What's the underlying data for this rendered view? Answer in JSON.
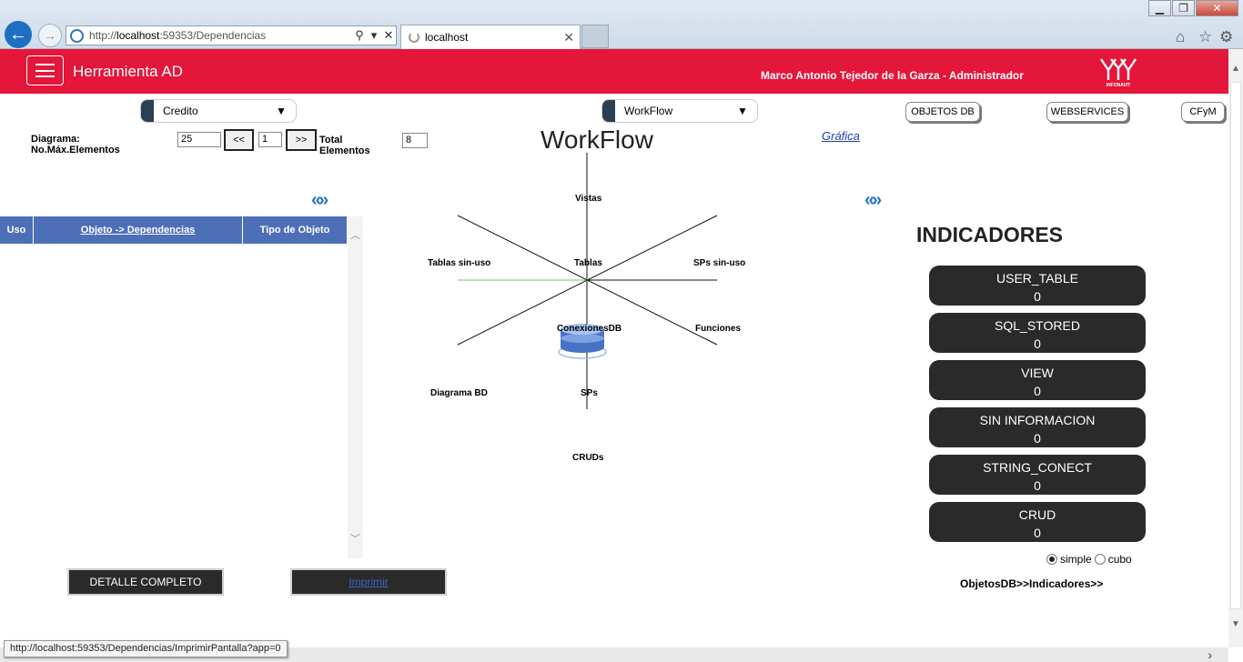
{
  "browser": {
    "url_prefix": "http://",
    "url_host": "localhost",
    "url_path": ":59353/Dependencias",
    "tab_title": "localhost"
  },
  "header": {
    "app_title": "Herramienta AD",
    "user": "Marco Antonio Tejedor de la Garza - Administrador",
    "logo_text": "INFONAVIT",
    "color": "#e4163a"
  },
  "toolbar": {
    "app_select": "Credito",
    "view_select": "WorkFlow",
    "buttons": [
      "OBJETOS DB",
      "WEBSERVICES",
      "CFyM"
    ]
  },
  "pager": {
    "max_label": "Diagrama: No.Máx.Elementos",
    "max_value": "25",
    "prev": "<<",
    "page": "1",
    "next": ">>",
    "total_label": "Total Elementos",
    "total_value": "8"
  },
  "main": {
    "title": "WorkFlow",
    "grafica_link": "Gráfica",
    "collapse_left": "«»",
    "collapse_right": "«»"
  },
  "table": {
    "columns": [
      "Uso",
      "Objeto -> Dependencias",
      "Tipo de Objeto"
    ],
    "header_color": "#4d6fb8"
  },
  "diagram": {
    "labels": [
      "Vistas",
      "Tablas sin-uso",
      "Tablas",
      "SPs sin-uso",
      "ConexionesDB",
      "Funciones",
      "Diagrama BD",
      "SPs",
      "CRUDs"
    ]
  },
  "indicadores": {
    "title": "INDICADORES",
    "items": [
      {
        "name": "USER_TABLE",
        "value": "0"
      },
      {
        "name": "SQL_STORED",
        "value": "0"
      },
      {
        "name": "VIEW",
        "value": "0"
      },
      {
        "name": "SIN INFORMACION",
        "value": "0"
      },
      {
        "name": "STRING_CONECT",
        "value": "0"
      },
      {
        "name": "CRUD",
        "value": "0"
      }
    ],
    "mode_simple": "simple",
    "mode_cubo": "cubo",
    "breadcrumb": "ObjetosDB>>Indicadores>>"
  },
  "actions": {
    "detalle": "DETALLE COMPLETO",
    "imprimir": "Imprimir"
  },
  "status": {
    "tooltip_url": "http://localhost:59353/Dependencias/ImprimirPantalla?app=0"
  }
}
